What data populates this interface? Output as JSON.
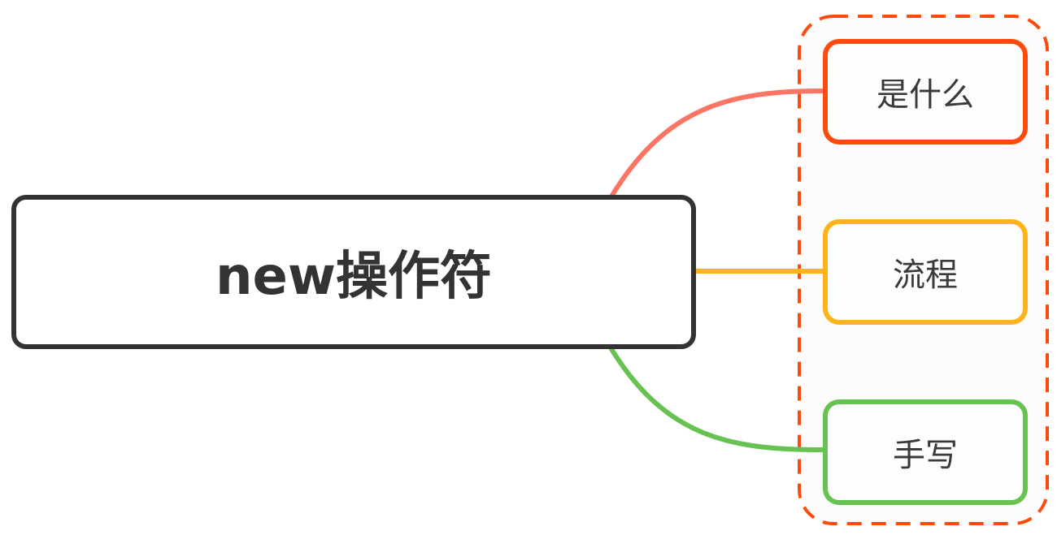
{
  "diagram": {
    "type": "mind-map",
    "root": {
      "label": "new操作符",
      "border_color": "#333333"
    },
    "children": [
      {
        "label": "是什么",
        "border_color": "#ff4a0d",
        "line_color": "#fa7563"
      },
      {
        "label": "流程",
        "border_color": "#ffb319",
        "line_color": "#ffb319"
      },
      {
        "label": "手写",
        "border_color": "#67c251",
        "line_color": "#67c251"
      }
    ],
    "boundary": {
      "style": "dashed",
      "color": "#ff4a0d"
    }
  }
}
